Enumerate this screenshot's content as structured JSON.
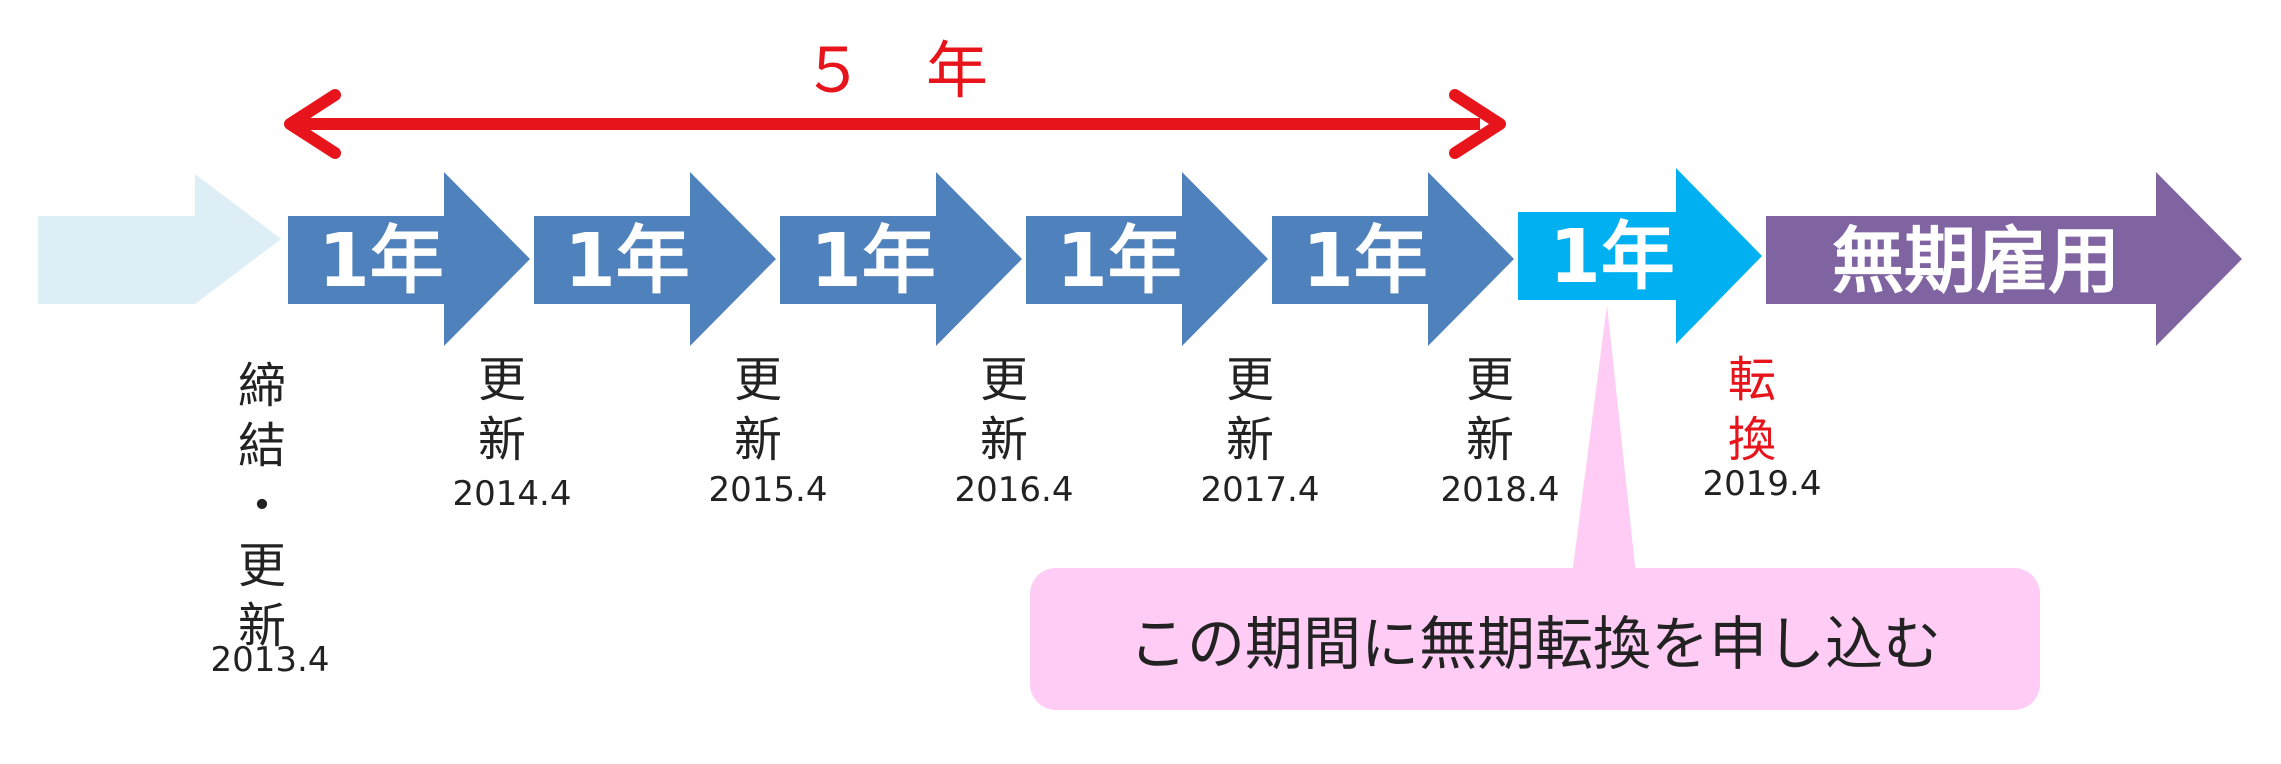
{
  "span": {
    "label": "５　年",
    "color": "#e8141b"
  },
  "arrows": [
    {
      "label": "",
      "color": "#ddeef6"
    },
    {
      "label": "1年",
      "color": "#4f81bd"
    },
    {
      "label": "1年",
      "color": "#4f81bd"
    },
    {
      "label": "1年",
      "color": "#4f81bd"
    },
    {
      "label": "1年",
      "color": "#4f81bd"
    },
    {
      "label": "1年",
      "color": "#4f81bd"
    },
    {
      "label": "1年",
      "color": "#00b0f0"
    },
    {
      "label": "無期雇用",
      "color": "#8064a2"
    }
  ],
  "events": [
    {
      "chars": [
        "締",
        "結",
        "・",
        "更",
        "新"
      ],
      "date": "2013.4",
      "color": "#222222"
    },
    {
      "chars": [
        "更",
        "新"
      ],
      "date": "2014.4",
      "color": "#222222"
    },
    {
      "chars": [
        "更",
        "新"
      ],
      "date": "2015.4",
      "color": "#222222"
    },
    {
      "chars": [
        "更",
        "新"
      ],
      "date": "2016.4",
      "color": "#222222"
    },
    {
      "chars": [
        "更",
        "新"
      ],
      "date": "2017.4",
      "color": "#222222"
    },
    {
      "chars": [
        "更",
        "新"
      ],
      "date": "2018.4",
      "color": "#222222"
    },
    {
      "chars": [
        "転",
        "換"
      ],
      "date": "2019.4",
      "color": "#e8141b"
    }
  ],
  "callout": {
    "text": "この期間に無期転換を申し込む",
    "color": "#ffccf5"
  }
}
